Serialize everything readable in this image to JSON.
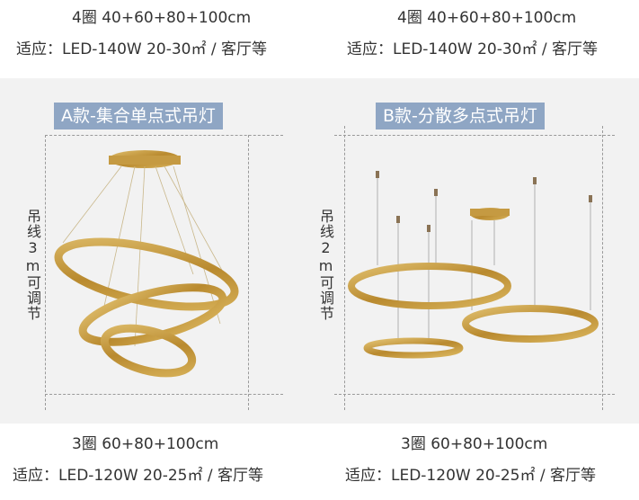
{
  "top_left": {
    "rings": "4圈  40+60+80+100cm",
    "fit": "适应：LED-140W  20-30㎡ / 客厅等"
  },
  "top_right": {
    "rings": "4圈  40+60+80+100cm",
    "fit": "适应：LED-140W  20-30㎡ / 客厅等"
  },
  "style_a": {
    "label": "A款-集合单点式吊灯",
    "cable": "吊线3m可调节"
  },
  "style_b": {
    "label": "B款-分散多点式吊灯",
    "cable": "吊线2m可调节"
  },
  "bottom_left": {
    "rings": "3圈  60+80+100cm",
    "fit": "适应：LED-120W  20-25㎡ / 客厅等"
  },
  "bottom_right": {
    "rings": "3圈  60+80+100cm",
    "fit": "适应：LED-120W  20-25㎡ / 客厅等"
  },
  "colors": {
    "gold": "#c9a24a",
    "tag_bg": "#8fa6c4",
    "band_bg": "#f2f2f2"
  }
}
